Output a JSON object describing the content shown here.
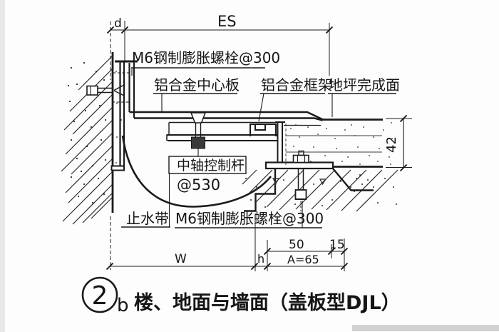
{
  "figure": {
    "callouts": {
      "bolt_top": "M6钢制膨胀螺栓@300",
      "center_plate": "铝合金中心板",
      "frame": "铝合金框架",
      "floor_finish": "地坪完成面",
      "control_rod": "中轴控制杆",
      "control_rod_spacing": "@530",
      "waterstop": "止水带",
      "bolt_bottom": "M6钢制膨胀螺栓@300"
    },
    "dims": {
      "d": "d",
      "es": "ES",
      "w": "W",
      "h": "h",
      "n50": "50",
      "n15": "15",
      "a65": "A=65",
      "n42": "42"
    },
    "title": {
      "num": "2",
      "sub": "b",
      "text": "楼、地面与墙面（盖板型DJL）"
    },
    "colors": {
      "ink": "#1b1b1b",
      "paper": "#fdfdfd",
      "edge_strip": "#e9e9e9",
      "bottom_bar": "#d2d2d2"
    }
  }
}
